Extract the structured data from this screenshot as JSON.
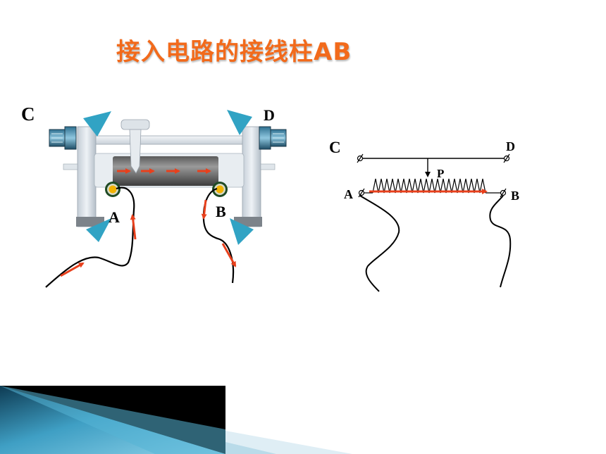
{
  "slide": {
    "title": "接入电路的接线柱AB"
  },
  "left_device": {
    "label_c": "C",
    "label_d": "D",
    "label_a": "A",
    "label_b": "B"
  },
  "schematic": {
    "label_c": "C",
    "label_d": "D",
    "label_p": "P",
    "label_a": "A",
    "label_b": "B"
  },
  "colors": {
    "title": "#f26a1b",
    "current_arrow": "#e8401c",
    "corner_triangle": "#31a3c4",
    "terminal_gold": "#f2b200"
  }
}
